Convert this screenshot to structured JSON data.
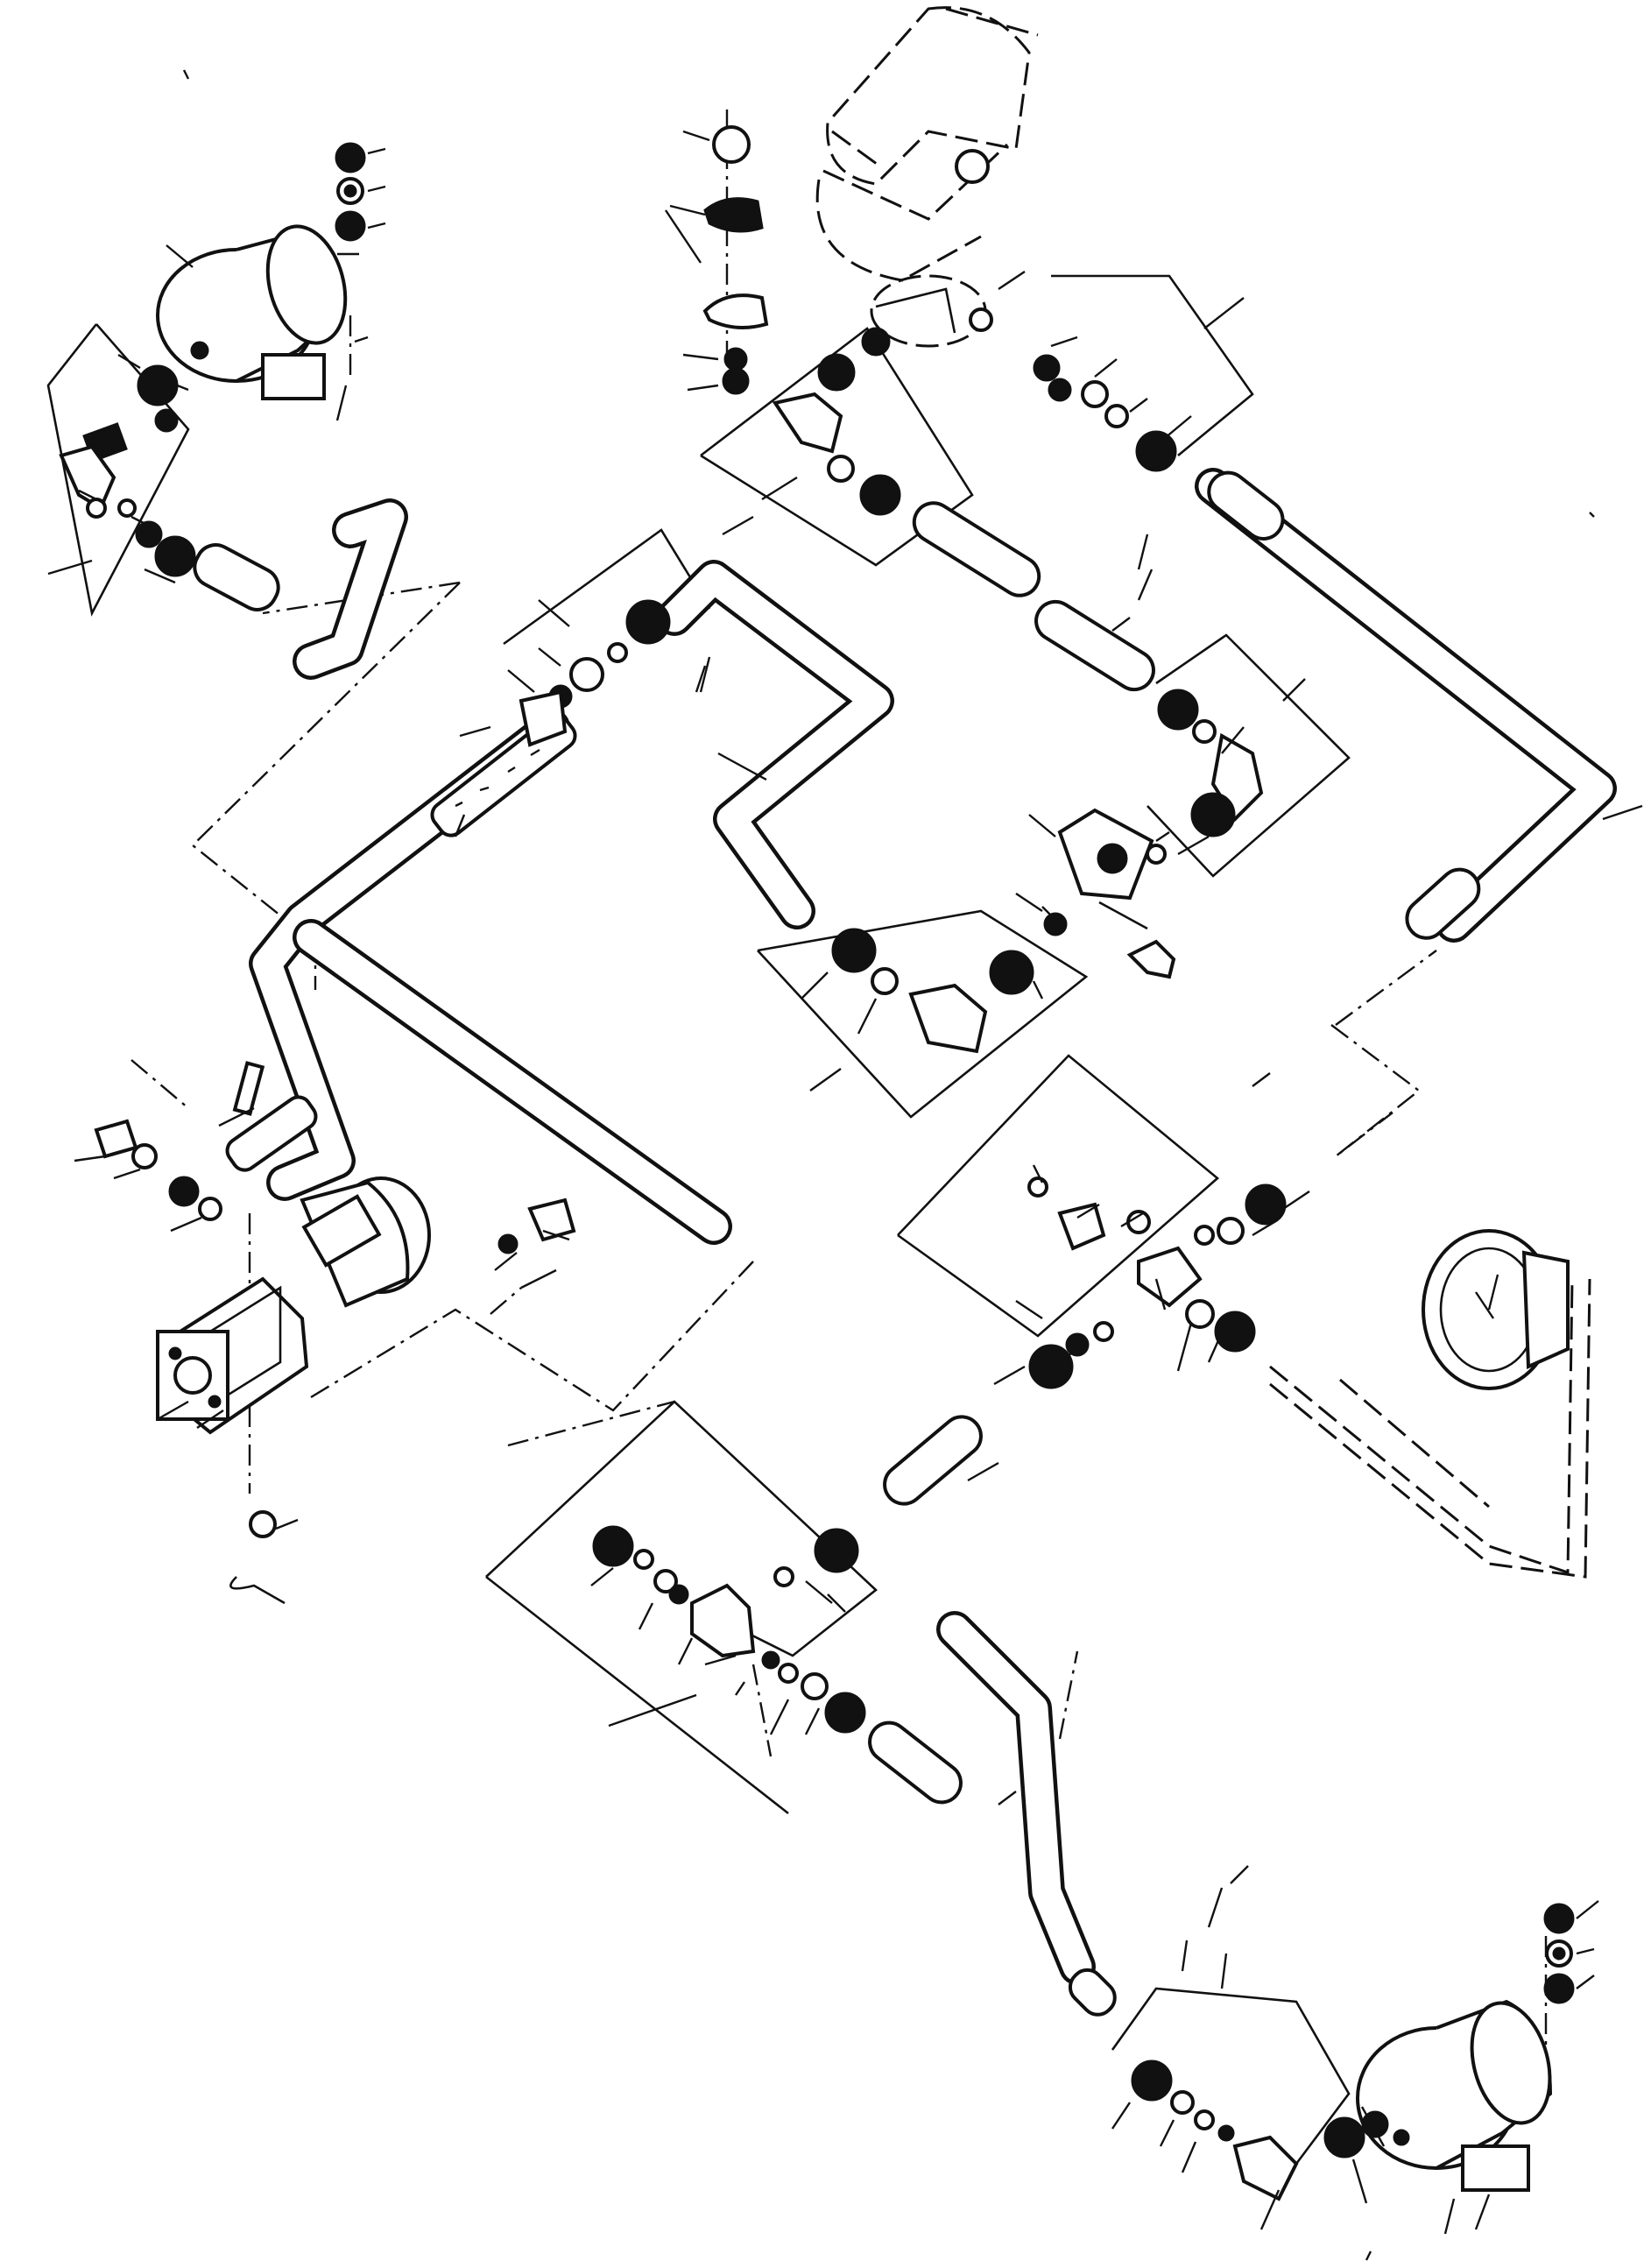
{
  "diagram": {
    "description_visible_text": [],
    "components": {
      "brake_chambers": [
        "brake-chamber-top-left",
        "brake-chamber-bottom-right"
      ],
      "master_cylinder": "master-cylinder",
      "brake_pedal": "brake-pedal",
      "gauge": "pressure-gauge",
      "hoses": [
        "flexible-hose-upper",
        "flexible-hose-lower"
      ]
    },
    "colors": {
      "ink": "#111111",
      "paper": "#ffffff"
    }
  }
}
